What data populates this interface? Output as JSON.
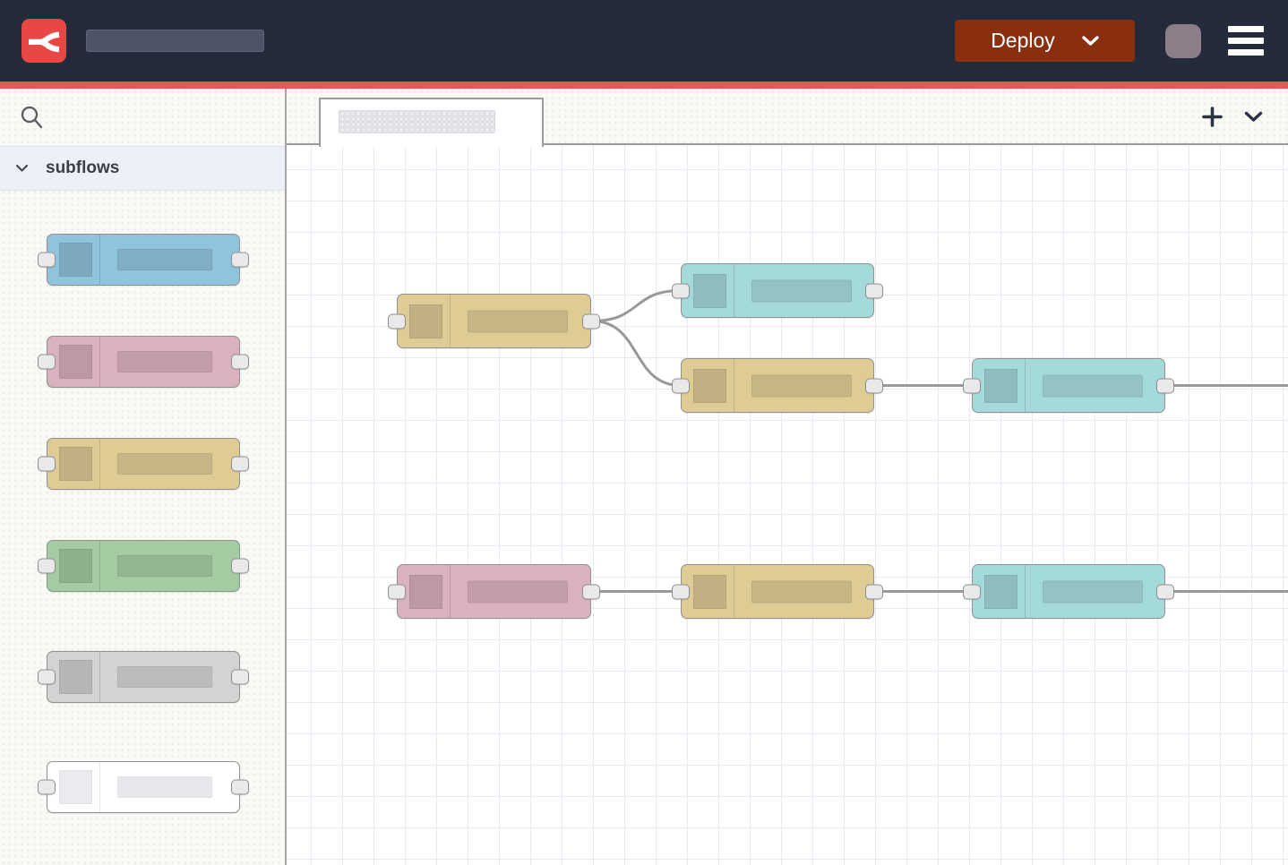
{
  "header": {
    "logo_icon": "node-red-logo",
    "title_placeholder": "",
    "deploy": {
      "label": "Deploy",
      "chevron_icon": "chevron-down"
    },
    "avatar_placeholder": "",
    "menu_icon": "hamburger-menu"
  },
  "palette": {
    "search": {
      "icon": "magnifier",
      "value": ""
    },
    "category": {
      "label": "subflows",
      "state_icon": "chevron-down",
      "expanded": true
    },
    "nodes": [
      {
        "kind": "subflow",
        "color": "blue",
        "ports": [
          "in",
          "out"
        ]
      },
      {
        "kind": "subflow",
        "color": "pink",
        "ports": [
          "in",
          "out"
        ]
      },
      {
        "kind": "subflow",
        "color": "yellow",
        "ports": [
          "in",
          "out"
        ]
      },
      {
        "kind": "subflow",
        "color": "green",
        "ports": [
          "in",
          "out"
        ]
      },
      {
        "kind": "subflow",
        "color": "gray",
        "ports": [
          "in",
          "out"
        ]
      },
      {
        "kind": "subflow",
        "color": "white",
        "ports": [
          "in",
          "out"
        ]
      }
    ]
  },
  "workspace": {
    "active_tab": {
      "label_placeholder": ""
    },
    "add_flow_icon": "plus",
    "tab_list_icon": "chevron-down",
    "flow": {
      "nodes": [
        {
          "id": "node-1",
          "color": "yellow",
          "row": 1
        },
        {
          "id": "node-2",
          "color": "cyan",
          "row": 1
        },
        {
          "id": "node-3",
          "color": "yellow",
          "row": 1
        },
        {
          "id": "node-4",
          "color": "cyan",
          "row": 1
        },
        {
          "id": "node-5",
          "color": "pink",
          "row": 2
        },
        {
          "id": "node-6",
          "color": "yellow",
          "row": 2
        },
        {
          "id": "node-7",
          "color": "cyan",
          "row": 2
        }
      ],
      "wires": [
        [
          "node-1",
          "node-2"
        ],
        [
          "node-1",
          "node-3"
        ],
        [
          "node-3",
          "node-4"
        ],
        [
          "node-4",
          "offscreen-right"
        ],
        [
          "node-5",
          "node-6"
        ],
        [
          "node-6",
          "node-7"
        ],
        [
          "node-7",
          "offscreen-right"
        ]
      ]
    }
  },
  "colors": {
    "header-bg": "#232b3b",
    "accent-red": "#ed5455",
    "logo-red": "#e94746",
    "deploy-bg": "#8a2e10",
    "avatar-bg": "#8b7e88",
    "wire": "#999999",
    "node-border": "#919191",
    "grid-line": "#e9e9f3",
    "node-blue": "#90c3dc",
    "node-pink": "#dab1bf",
    "node-yellow": "#dfcc95",
    "node-green": "#a5cba2",
    "node-gray": "#d3d3d3",
    "node-cyan": "#a5dadb"
  }
}
